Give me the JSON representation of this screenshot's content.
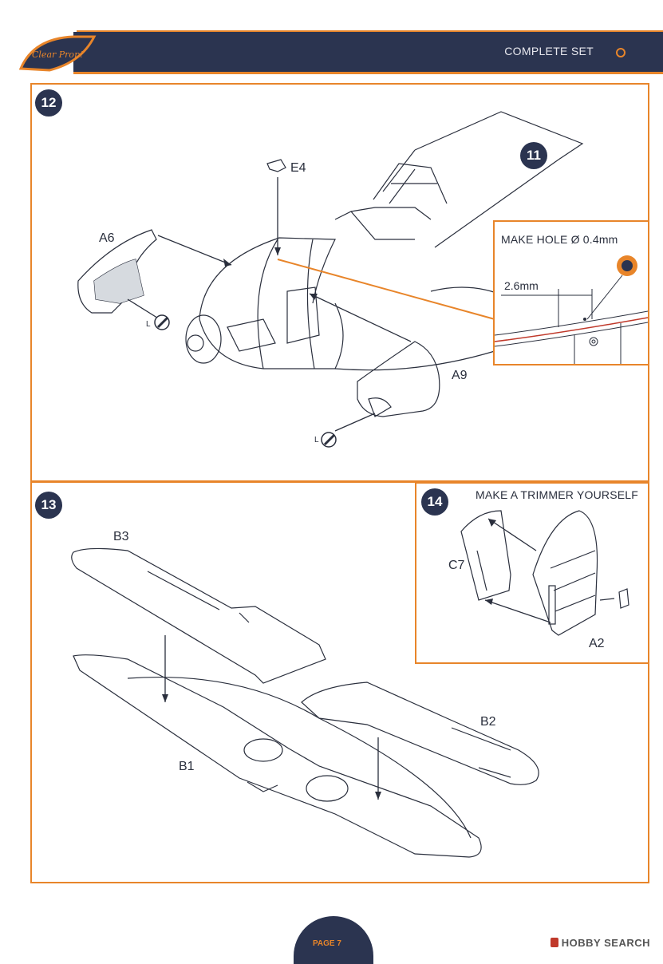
{
  "header": {
    "logo_text": "Clear Prop!",
    "title": "COMPLETE SET"
  },
  "steps": {
    "step12": {
      "number": "12",
      "parts": {
        "e4": "E4",
        "a6": "A6",
        "a9": "A9"
      },
      "glue_marks": [
        "L",
        "L"
      ],
      "inset_ref": "11",
      "hole_note": "MAKE HOLE Ø 0.4mm",
      "dimension": "2.6mm"
    },
    "step13": {
      "number": "13",
      "parts": {
        "b3": "B3",
        "b1": "B1",
        "b2": "B2"
      }
    },
    "step14": {
      "number": "14",
      "note": "MAKE A TRIMMER YOURSELF",
      "parts": {
        "c7": "C7",
        "a2": "A2"
      }
    }
  },
  "footer": {
    "page_label": "PAGE 7",
    "watermark": "HOBBY SEARCH"
  },
  "colors": {
    "accent": "#e8852a",
    "navy": "#2b3450"
  }
}
